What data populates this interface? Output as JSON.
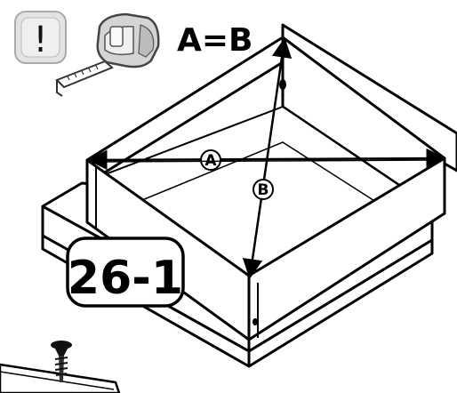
{
  "equation": "A=B",
  "step_number": "26-1",
  "diagonal_a_label": "A",
  "diagonal_b_label": "B",
  "warning_symbol": "!",
  "icons": [
    "warning-icon",
    "tape-measure-icon",
    "screw-icon"
  ]
}
